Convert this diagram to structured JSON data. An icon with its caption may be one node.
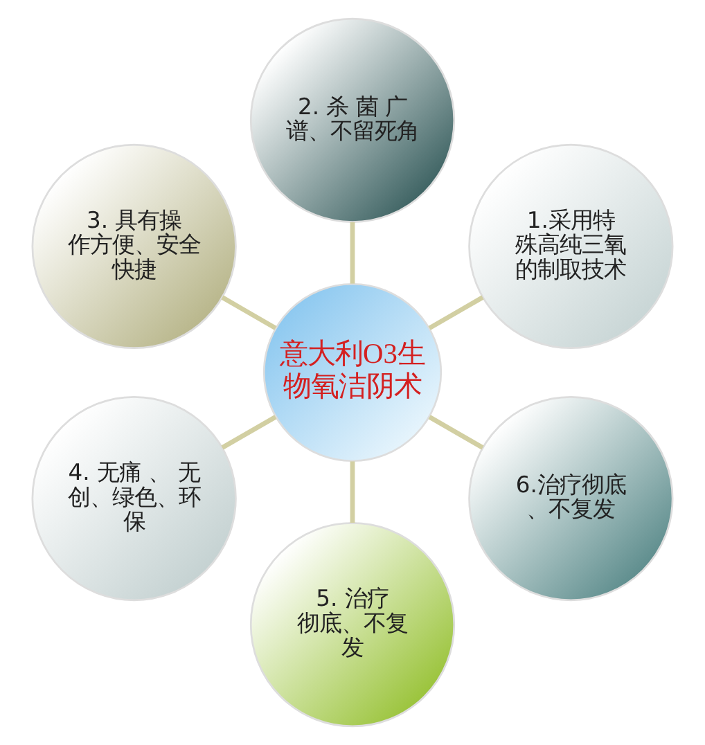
{
  "diagram": {
    "nodes": [
      {
        "text": [
          "意大利O3生物氧洁阴术"
        ]
      },
      {
        "text": [
          "1.采用特殊高纯三氧的制取技术"
        ]
      },
      {
        "text": [
          "2. 杀 菌 广谱、不留死角"
        ]
      },
      {
        "text": [
          "3. 具有操作方便、安全快捷"
        ]
      },
      {
        "text": [
          "4. 无痛 、 无创、绿色、环保"
        ]
      },
      {
        "text": [
          "5. 治疗彻底、不复发"
        ]
      },
      {
        "text": [
          "6.治疗彻底、不复发"
        ]
      }
    ],
    "edges": [
      {
        "from": 0,
        "to": 1,
        "arrow": "none"
      },
      {
        "from": 0,
        "to": 2,
        "arrow": "none"
      },
      {
        "from": 0,
        "to": 3,
        "arrow": "none"
      },
      {
        "from": 0,
        "to": 4,
        "arrow": "none"
      },
      {
        "from": 0,
        "to": 5,
        "arrow": "none"
      },
      {
        "from": 0,
        "to": 6,
        "arrow": "none"
      }
    ]
  }
}
